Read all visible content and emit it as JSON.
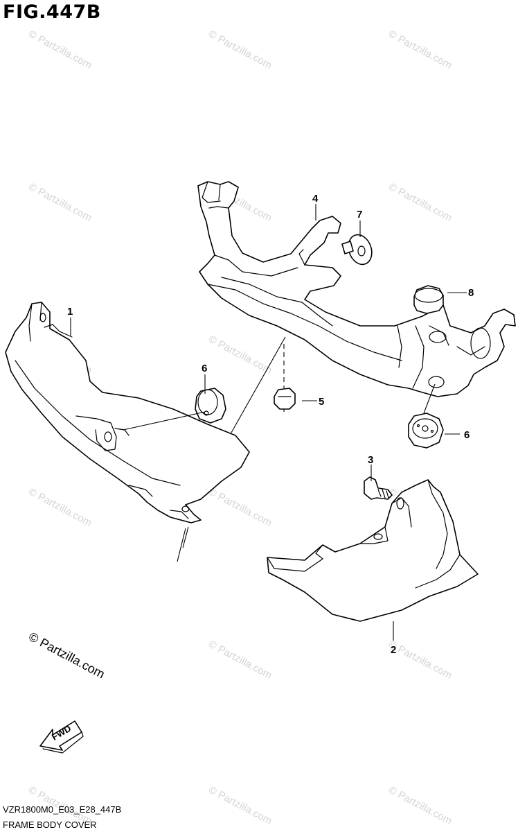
{
  "figure": {
    "title": "FIG.447B",
    "name": "FRAME BODY COVER",
    "model_code": "VZR1800M0_E03_E28_447B"
  },
  "callouts": [
    "1",
    "2",
    "3",
    "4",
    "5",
    "6",
    "6",
    "7",
    "8"
  ],
  "watermark": {
    "text": "© Partzilla.com"
  },
  "fwd_label": "FWD"
}
